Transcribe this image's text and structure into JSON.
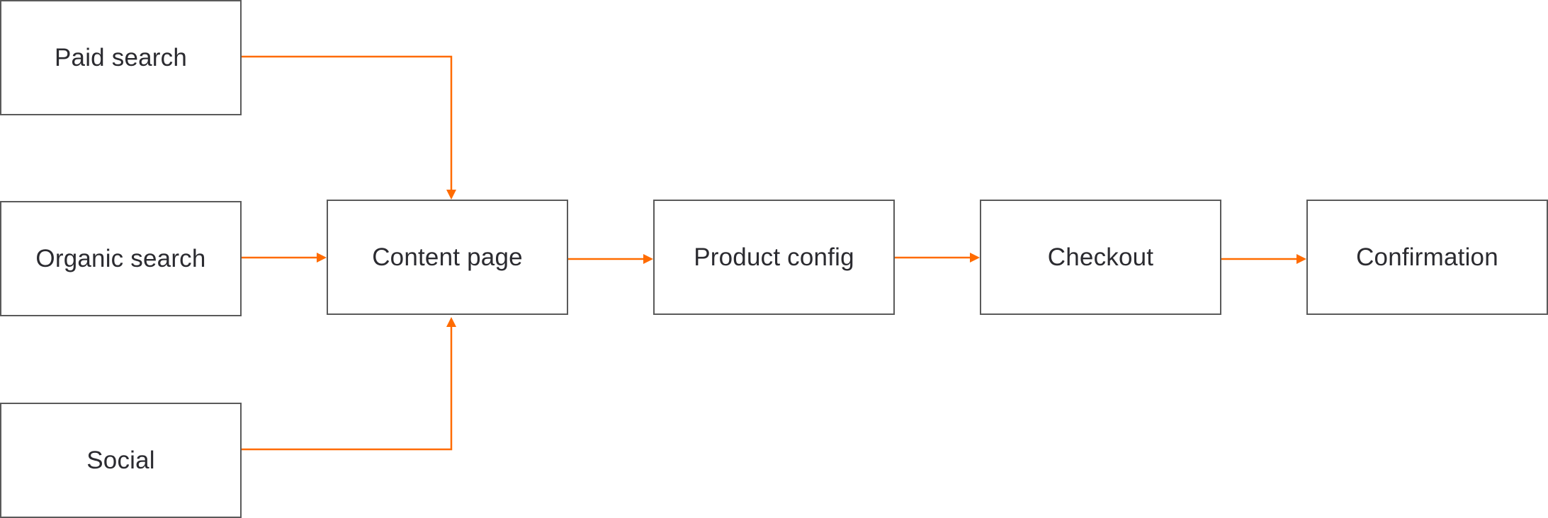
{
  "diagram": {
    "type": "flowchart",
    "edge_color": "#ff6b00",
    "border_color": "#5a5a5a",
    "nodes": [
      {
        "id": "paid",
        "label": "Paid search"
      },
      {
        "id": "organic",
        "label": "Organic search"
      },
      {
        "id": "social",
        "label": "Social"
      },
      {
        "id": "content",
        "label": "Content page"
      },
      {
        "id": "product",
        "label": "Product config"
      },
      {
        "id": "checkout",
        "label": "Checkout"
      },
      {
        "id": "confirm",
        "label": "Confirmation"
      }
    ],
    "edges": [
      {
        "from": "paid",
        "to": "content"
      },
      {
        "from": "organic",
        "to": "content"
      },
      {
        "from": "social",
        "to": "content"
      },
      {
        "from": "content",
        "to": "product"
      },
      {
        "from": "product",
        "to": "checkout"
      },
      {
        "from": "checkout",
        "to": "confirm"
      }
    ]
  }
}
